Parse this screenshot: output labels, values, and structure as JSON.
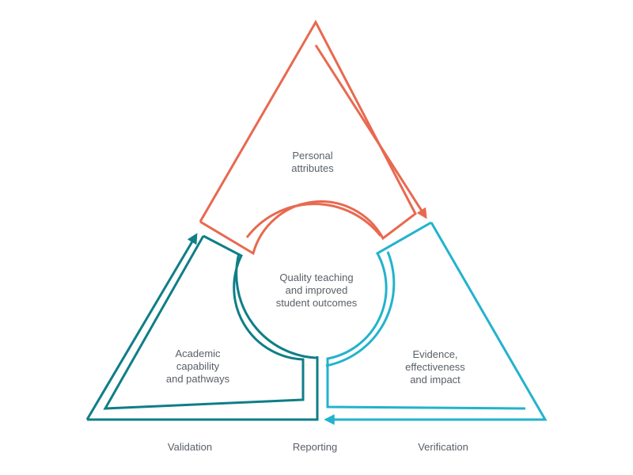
{
  "colors": {
    "orange": "#e8694f",
    "teal": "#0f7e87",
    "cyan": "#22b3cc",
    "text": "#5a6068"
  },
  "segments": {
    "top": {
      "lines": [
        "Personal",
        "attributes"
      ],
      "color": "#e8694f"
    },
    "left": {
      "lines": [
        "Academic",
        "capability",
        "and pathways"
      ],
      "color": "#0f7e87"
    },
    "right": {
      "lines": [
        "Evidence,",
        "effectiveness",
        "and impact"
      ],
      "color": "#22b3cc"
    }
  },
  "center": {
    "lines": [
      "Quality teaching",
      "and improved",
      "student outcomes"
    ]
  },
  "footer": {
    "validation": "Validation",
    "reporting": "Reporting",
    "verification": "Verification"
  }
}
